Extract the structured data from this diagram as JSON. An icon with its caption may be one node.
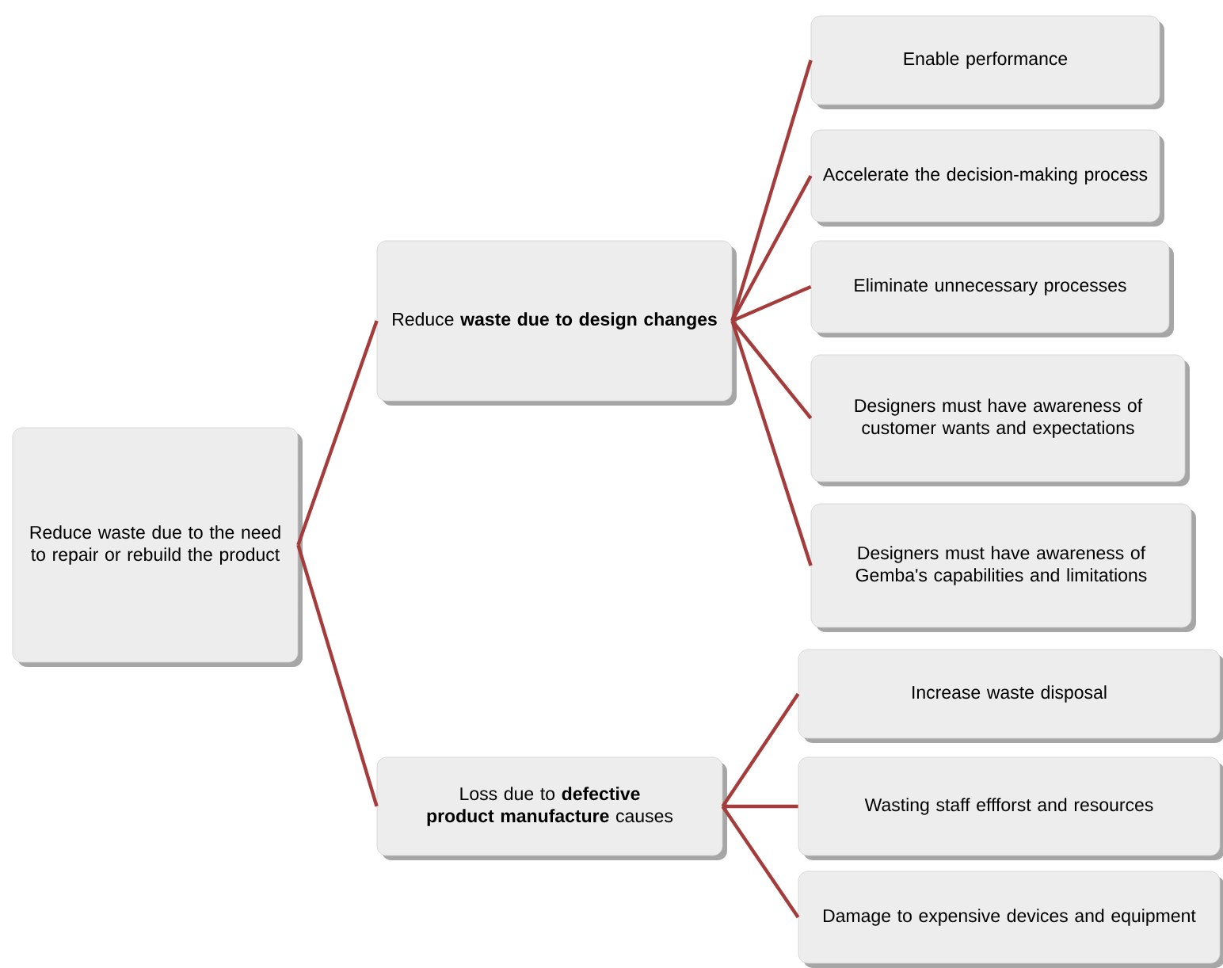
{
  "diagram": {
    "nodes": [
      {
        "text": [
          "Reduce waste due to the need to repair or rebuild the product"
        ]
      },
      {
        "text": [
          "Reduce **waste due to design changes**"
        ]
      },
      {
        "text": [
          "Loss due to **defective product manufacture** causes"
        ]
      },
      {
        "text": [
          "Enable performance"
        ]
      },
      {
        "text": [
          "Accelerate the decision-making process"
        ]
      },
      {
        "text": [
          "Eliminate unnecessary processes"
        ]
      },
      {
        "text": [
          "Designers must have awareness of customer wants and expectations"
        ]
      },
      {
        "text": [
          "Designers must have awareness of Gemba's capabilities and limitations"
        ]
      },
      {
        "text": [
          "Increase waste disposal"
        ]
      },
      {
        "text": [
          "Wasting staff effforst and resources"
        ]
      },
      {
        "text": [
          "Damage to expensive devices and equipment"
        ]
      }
    ],
    "edges": [
      {
        "from": 0,
        "to": 1,
        "arrow": "none"
      },
      {
        "from": 0,
        "to": 2,
        "arrow": "none"
      },
      {
        "from": 1,
        "to": 3,
        "arrow": "none"
      },
      {
        "from": 1,
        "to": 4,
        "arrow": "none"
      },
      {
        "from": 1,
        "to": 5,
        "arrow": "none"
      },
      {
        "from": 1,
        "to": 6,
        "arrow": "none"
      },
      {
        "from": 1,
        "to": 7,
        "arrow": "none"
      },
      {
        "from": 2,
        "to": 8,
        "arrow": "none"
      },
      {
        "from": 2,
        "to": 9,
        "arrow": "none"
      },
      {
        "from": 2,
        "to": 10,
        "arrow": "none"
      }
    ]
  }
}
